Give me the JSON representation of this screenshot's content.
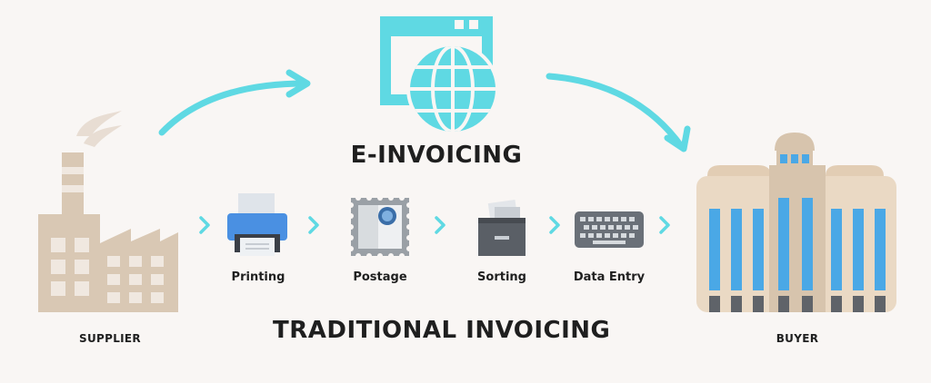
{
  "colors": {
    "accent": "#5fd9e3",
    "building_tan": "#ead9c4",
    "factory_tan": "#d9c8b4",
    "window_blue": "#4aa8e6",
    "printer_blue": "#4a90e2"
  },
  "labels": {
    "supplier": "SUPPLIER",
    "buyer": "BUYER",
    "einvoicing": "E-INVOICING",
    "traditional": "TRADITIONAL INVOICING"
  },
  "steps": [
    {
      "label": "Printing",
      "icon": "printer-icon"
    },
    {
      "label": "Postage",
      "icon": "postage-stamp-icon"
    },
    {
      "label": "Sorting",
      "icon": "file-cabinet-icon"
    },
    {
      "label": "Data Entry",
      "icon": "keyboard-icon"
    }
  ]
}
